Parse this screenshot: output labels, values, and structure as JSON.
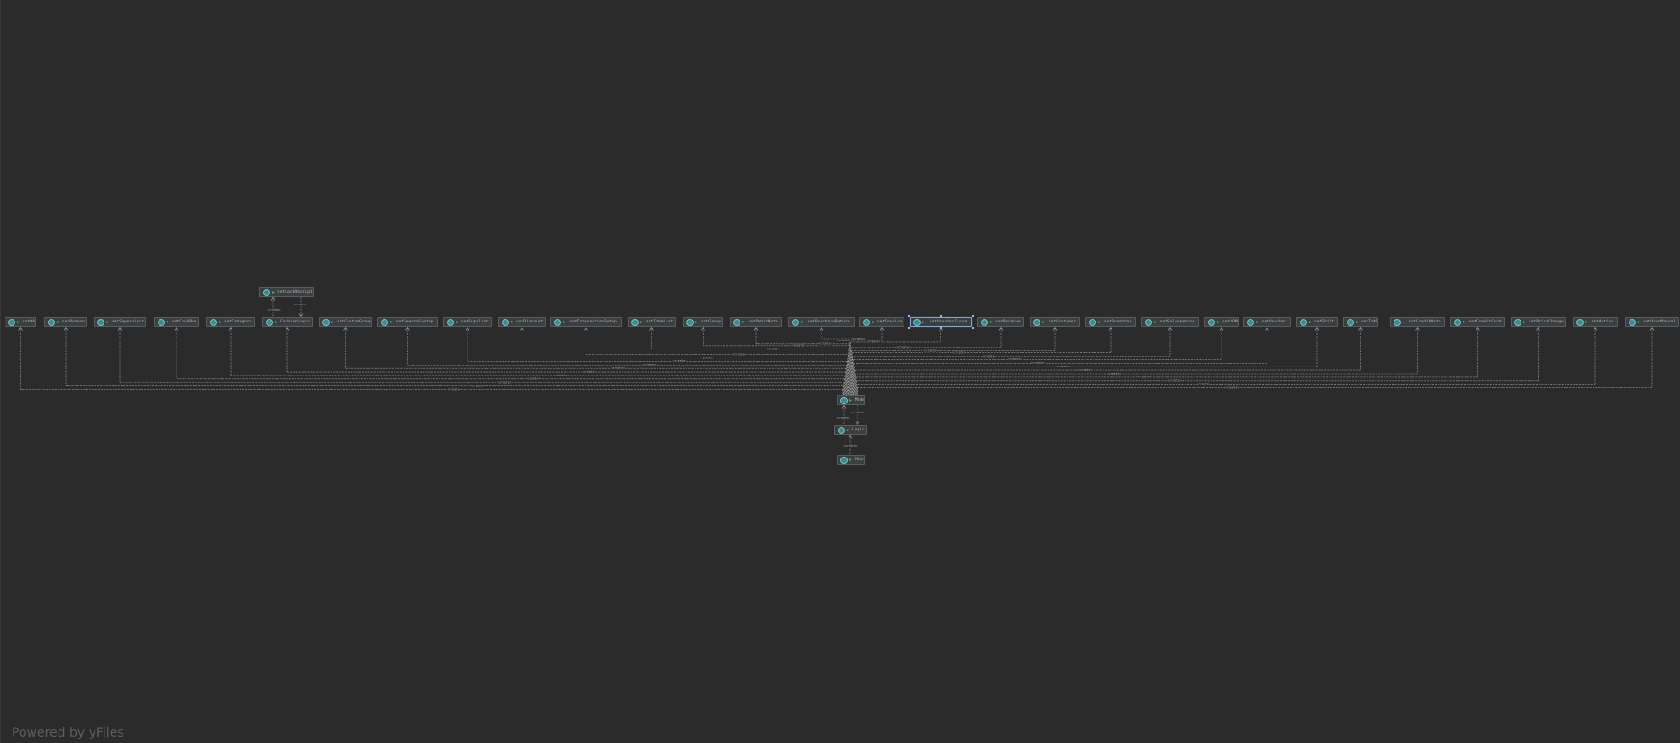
{
  "diagram": {
    "top_node": "setLockReceipt",
    "row_nodes": [
      "setKA",
      "setReason",
      "setSupervisor",
      "setCashBox",
      "setCategory",
      "CashierLogic",
      "setCustomGroup",
      "setGeneralSetup",
      "setSupplier",
      "setDiscount",
      "setTransactionSetup",
      "setItemList",
      "setGroup",
      "setDebitNote",
      "setPurchaseReturn",
      "setInvoice",
      "setVoucherIssue",
      "setReceive",
      "setCustomer",
      "setPromoter",
      "setSalesperson",
      "setUOM",
      "setVoucher",
      "setShift",
      "setTable",
      "setCreditNote",
      "setCreditCard",
      "setPriceChange",
      "setAction",
      "setUserManual"
    ],
    "bottom_nodes": [
      "Model",
      "Logic",
      "Main"
    ],
    "selected_node": "setVoucherIssue",
    "edge_label": "«create»"
  },
  "watermark": "Powered by yFiles",
  "colors": {
    "background": "#2b2b2b",
    "node_fill": "#3c3f41",
    "node_border": "#5a5d5f",
    "edge": "#9a9a9a",
    "class_icon": "#3d8b8b",
    "selection": "#8aa7c9"
  }
}
